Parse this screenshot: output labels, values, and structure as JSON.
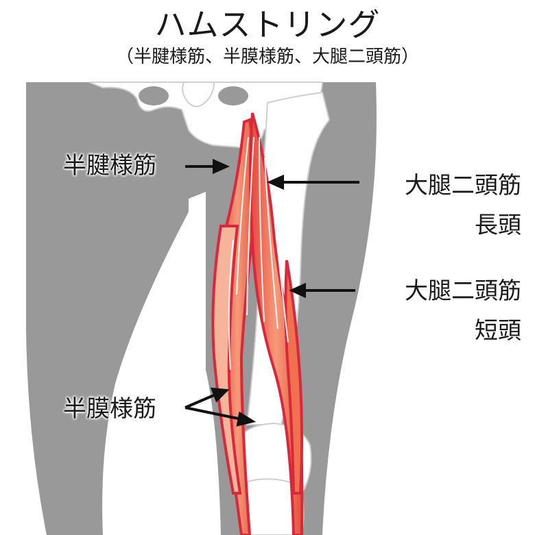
{
  "title": "ハムストリング",
  "subtitle": "（半腱様筋、半膜様筋、大腿二頭筋）",
  "labels": {
    "semitendinosus": "半腱様筋",
    "semimembranosus": "半膜様筋",
    "biceps_long_line1": "大腿二頭筋",
    "biceps_long_line2": "長頭",
    "biceps_short_line1": "大腿二頭筋",
    "biceps_short_line2": "短頭"
  },
  "colors": {
    "leg_silhouette": "#999999",
    "bone": "#ffffff",
    "muscle_outline": "#d8283c",
    "muscle_fill": "#f07050",
    "arrow": "#111111"
  }
}
